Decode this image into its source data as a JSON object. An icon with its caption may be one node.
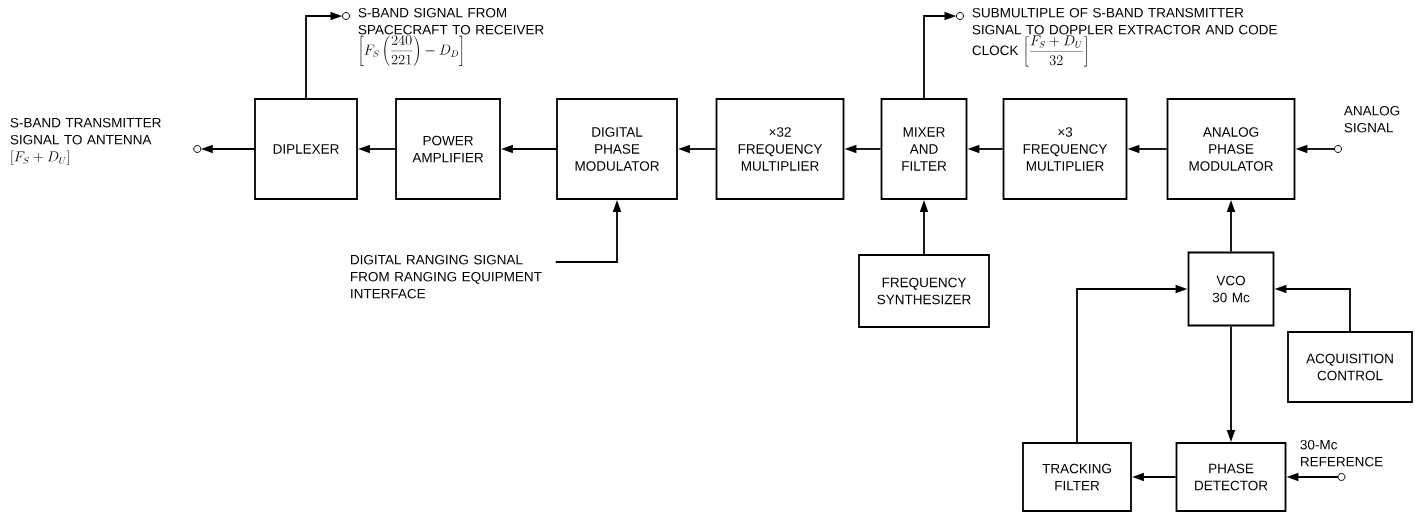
{
  "diagram": {
    "nodes": [
      {
        "text": [
          "S-BAND TRANSMITTER SIGNAL TO ANTENNA",
          "\\left[F_S+D_U\\right]"
        ]
      },
      {
        "text": [
          "DIPLEXER"
        ]
      },
      {
        "text": [
          "S-BAND SIGNAL FROM SPACECRAFT TO RECEIVER",
          "\\left[F_S\\left(\\frac{240}{221}\\right)-D_D\\right]"
        ]
      },
      {
        "text": [
          "POWER AMPLIFIER"
        ]
      },
      {
        "text": [
          "DIGITAL PHASE MODULATOR"
        ]
      },
      {
        "text": [
          "DIGITAL RANGING SIGNAL FROM RANGING EQUIPMENT INTERFACE"
        ]
      },
      {
        "text": [
          "×32 FREQUENCY MULTIPLIER"
        ]
      },
      {
        "text": [
          "MIXER AND FILTER"
        ]
      },
      {
        "text": [
          "SUBMULTIPLE OF S-BAND TRANSMITTER SIGNAL TO DOPPLER EXTRACTOR AND CODE CLOCK",
          "\\left[\\frac{F_S+D_U}{32}\\right]"
        ]
      },
      {
        "text": [
          "FREQUENCY SYNTHESIZER"
        ]
      },
      {
        "text": [
          "×3 FREQUENCY MULTIPLIER"
        ]
      },
      {
        "text": [
          "ANALOG PHASE MODULATOR"
        ]
      },
      {
        "text": [
          "ANALOG SIGNAL"
        ]
      },
      {
        "text": [
          "VCO 30 Mc"
        ]
      },
      {
        "text": [
          "ACQUISITION CONTROL"
        ]
      },
      {
        "text": [
          "TRACKING FILTER"
        ]
      },
      {
        "text": [
          "PHASE DETECTOR"
        ]
      },
      {
        "text": [
          "30-Mc REFERENCE"
        ]
      }
    ],
    "edges": [
      {
        "from": 1,
        "to": 0,
        "arrow": "to"
      },
      {
        "from": 1,
        "to": 2,
        "arrow": "to"
      },
      {
        "from": 3,
        "to": 1,
        "arrow": "to"
      },
      {
        "from": 4,
        "to": 3,
        "arrow": "to"
      },
      {
        "from": 5,
        "to": 4,
        "arrow": "to"
      },
      {
        "from": 6,
        "to": 4,
        "arrow": "to"
      },
      {
        "from": 7,
        "to": 6,
        "arrow": "to"
      },
      {
        "from": 7,
        "to": 8,
        "arrow": "to"
      },
      {
        "from": 9,
        "to": 7,
        "arrow": "to"
      },
      {
        "from": 10,
        "to": 7,
        "arrow": "to"
      },
      {
        "from": 11,
        "to": 10,
        "arrow": "to"
      },
      {
        "from": 12,
        "to": 11,
        "arrow": "to"
      },
      {
        "from": 13,
        "to": 11,
        "arrow": "to"
      },
      {
        "from": 14,
        "to": 13,
        "arrow": "to"
      },
      {
        "from": 15,
        "to": 13,
        "arrow": "to"
      },
      {
        "from": 13,
        "to": 16,
        "arrow": "to"
      },
      {
        "from": 16,
        "to": 15,
        "arrow": "to"
      },
      {
        "from": 17,
        "to": 16,
        "arrow": "to"
      }
    ]
  }
}
